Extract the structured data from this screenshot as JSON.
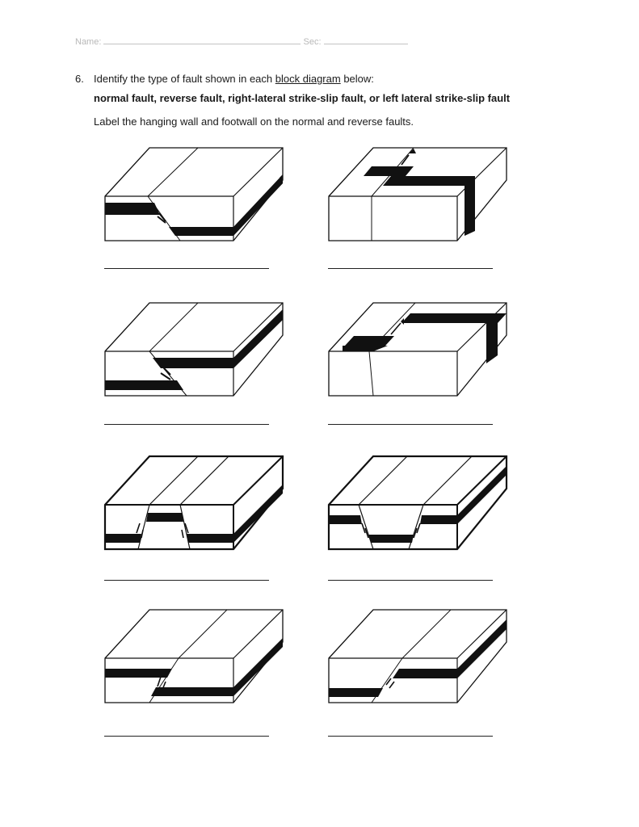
{
  "header": {
    "name_label": "Name:",
    "sec_label": "Sec:"
  },
  "question": {
    "number": "6.",
    "prompt_before": "Identify the type of fault shown in each ",
    "prompt_underlined": "block diagram",
    "prompt_after": " below:",
    "options": "normal fault, reverse fault, right-lateral strike-slip fault, or left lateral strike-slip fault",
    "instruction": "Label the hanging wall and footwall on the normal and reverse faults."
  },
  "diagrams": [
    {
      "id": 1,
      "answer": ""
    },
    {
      "id": 2,
      "answer": ""
    },
    {
      "id": 3,
      "answer": ""
    },
    {
      "id": 4,
      "answer": ""
    },
    {
      "id": 5,
      "answer": ""
    },
    {
      "id": 6,
      "answer": ""
    },
    {
      "id": 7,
      "answer": ""
    },
    {
      "id": 8,
      "answer": ""
    }
  ]
}
